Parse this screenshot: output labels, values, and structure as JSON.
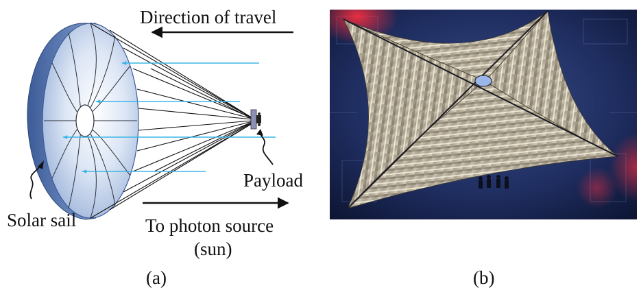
{
  "panel_a": {
    "direction_label": "Direction of travel",
    "payload_label": "Payload",
    "sail_label": "Solar sail",
    "source_label_line1": "To photon source",
    "source_label_line2": "(sun)",
    "caption": "(a)"
  },
  "panel_b": {
    "caption": "(b)"
  },
  "colors": {
    "sail_fill": "#9db3d9",
    "sail_rim": "#5f7fb8",
    "photon_ray": "#3cb6e6",
    "photo_background": "#1b2a55",
    "sail_material": "#c9c2b3",
    "edge_light": "#d8203a"
  }
}
